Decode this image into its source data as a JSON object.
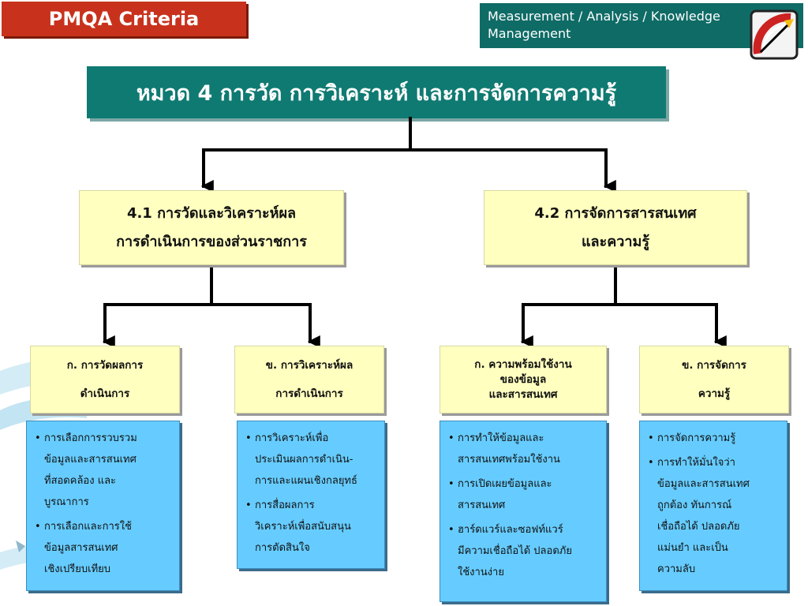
{
  "header": {
    "badge": "PMQA Criteria",
    "section_line1": "Measurement / Analysis / Knowledge",
    "section_line2": "Management"
  },
  "main_title": "หมวด 4 การวัด การวิเคราะห์ และการจัดการความรู้",
  "level1": [
    {
      "line1": "4.1 การวัดและวิเคราะห์ผล",
      "line2": "การดำเนินการของส่วนราชการ"
    },
    {
      "line1": "4.2 การจัดการสารสนเทศ",
      "line2": "และความรู้"
    }
  ],
  "level2": [
    {
      "lines": [
        "ก. การวัดผลการ",
        "ดำเนินการ"
      ]
    },
    {
      "lines": [
        "ข. การวิเคราะห์ผล",
        "การดำเนินการ"
      ]
    },
    {
      "lines": [
        "ก. ความพร้อมใช้งาน",
        "ของข้อมูล",
        "และสารสนเทศ"
      ]
    },
    {
      "lines": [
        "ข. การจัดการ",
        "ความรู้"
      ]
    }
  ],
  "details": [
    {
      "items": [
        [
          "การเลือกการรวบรวม",
          "ข้อมูลและสารสนเทศ",
          "ที่สอดคล้อง และ",
          "บูรณาการ"
        ],
        [
          "การเลือกและการใช้",
          "ข้อมูลสารสนเทศ",
          "เชิงเปรียบเทียบ"
        ]
      ]
    },
    {
      "items": [
        [
          "การวิเคราะห์เพื่อ",
          "ประเมินผลการดำเนิน-",
          "การและแผนเชิงกลยุทธ์"
        ],
        [
          "การสื่อผลการ",
          "วิเคราะห์เพื่อสนับสนุน",
          "การตัดสินใจ"
        ]
      ]
    },
    {
      "items": [
        [
          "การทำให้ข้อมูลและ",
          "สารสนเทศพร้อมใช้งาน"
        ],
        [
          "การเปิดเผยข้อมูลและ",
          "สารสนเทศ"
        ],
        [
          "ฮาร์ดแวร์และซอฟท์แวร์",
          "มีความเชื่อถือได้ ปลอดภัย",
          "ใช้งานง่าย"
        ]
      ]
    },
    {
      "items": [
        [
          "การจัดการความรู้"
        ],
        [
          "การทำให้มั่นใจว่า",
          "ข้อมูลและสารสนเทศ",
          "ถูกต้อง ทันการณ์",
          "เชื่อถือได้ ปลอดภัย",
          "แม่นยำ และเป็น",
          "ความลับ"
        ]
      ]
    }
  ],
  "colors": {
    "badge": "#c8321c",
    "header_bar": "#0f6b66",
    "title_box": "#0f7a72",
    "node_fill": "#ffffc0",
    "detail_fill": "#66ccff"
  }
}
